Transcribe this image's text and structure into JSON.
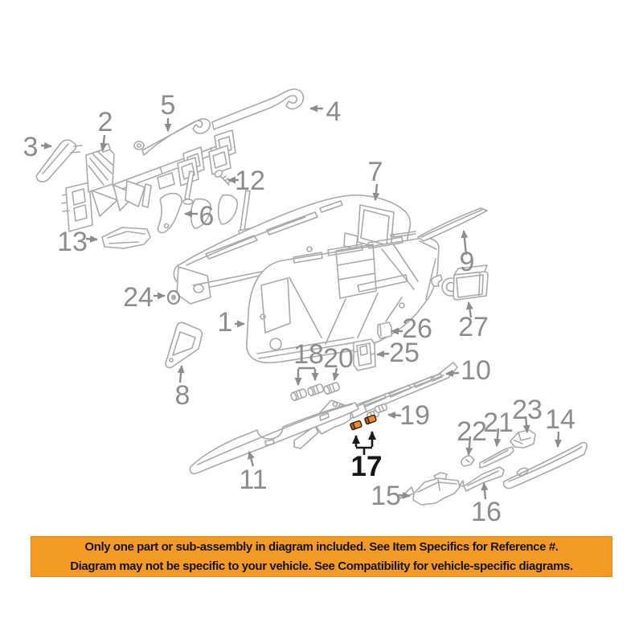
{
  "colors": {
    "highlight": "#f68b1f",
    "highlight_dark": "#c06500",
    "line_gray": "#a9a9a9",
    "label_gray": "#8d8d8d",
    "label_black": "#161616",
    "banner_bg": "#f49b25",
    "banner_text": "#151515"
  },
  "diagram": {
    "highlighted_part": "17",
    "labels": {
      "n1": {
        "text": "1"
      },
      "n2": {
        "text": "2"
      },
      "n3": {
        "text": "3"
      },
      "n4": {
        "text": "4"
      },
      "n5": {
        "text": "5"
      },
      "n6": {
        "text": "6"
      },
      "n7": {
        "text": "7"
      },
      "n8": {
        "text": "8"
      },
      "n9": {
        "text": "9"
      },
      "n10": {
        "text": "10"
      },
      "n11": {
        "text": "11"
      },
      "n12": {
        "text": "12"
      },
      "n13": {
        "text": "13"
      },
      "n14": {
        "text": "14"
      },
      "n15": {
        "text": "15"
      },
      "n16": {
        "text": "16"
      },
      "n17": {
        "text": "17"
      },
      "n18": {
        "text": "18"
      },
      "n19": {
        "text": "19"
      },
      "n20": {
        "text": "20"
      },
      "n21": {
        "text": "21"
      },
      "n22": {
        "text": "22"
      },
      "n23": {
        "text": "23"
      },
      "n24": {
        "text": "24"
      },
      "n25": {
        "text": "25"
      },
      "n26": {
        "text": "26"
      },
      "n27": {
        "text": "27"
      }
    }
  },
  "banner": {
    "line1": "Only one part or sub-assembly in diagram included. See Item Specifics for Reference #.",
    "line2": "Diagram may not be specific to your vehicle. See Compatibility for vehicle-specific diagrams."
  }
}
